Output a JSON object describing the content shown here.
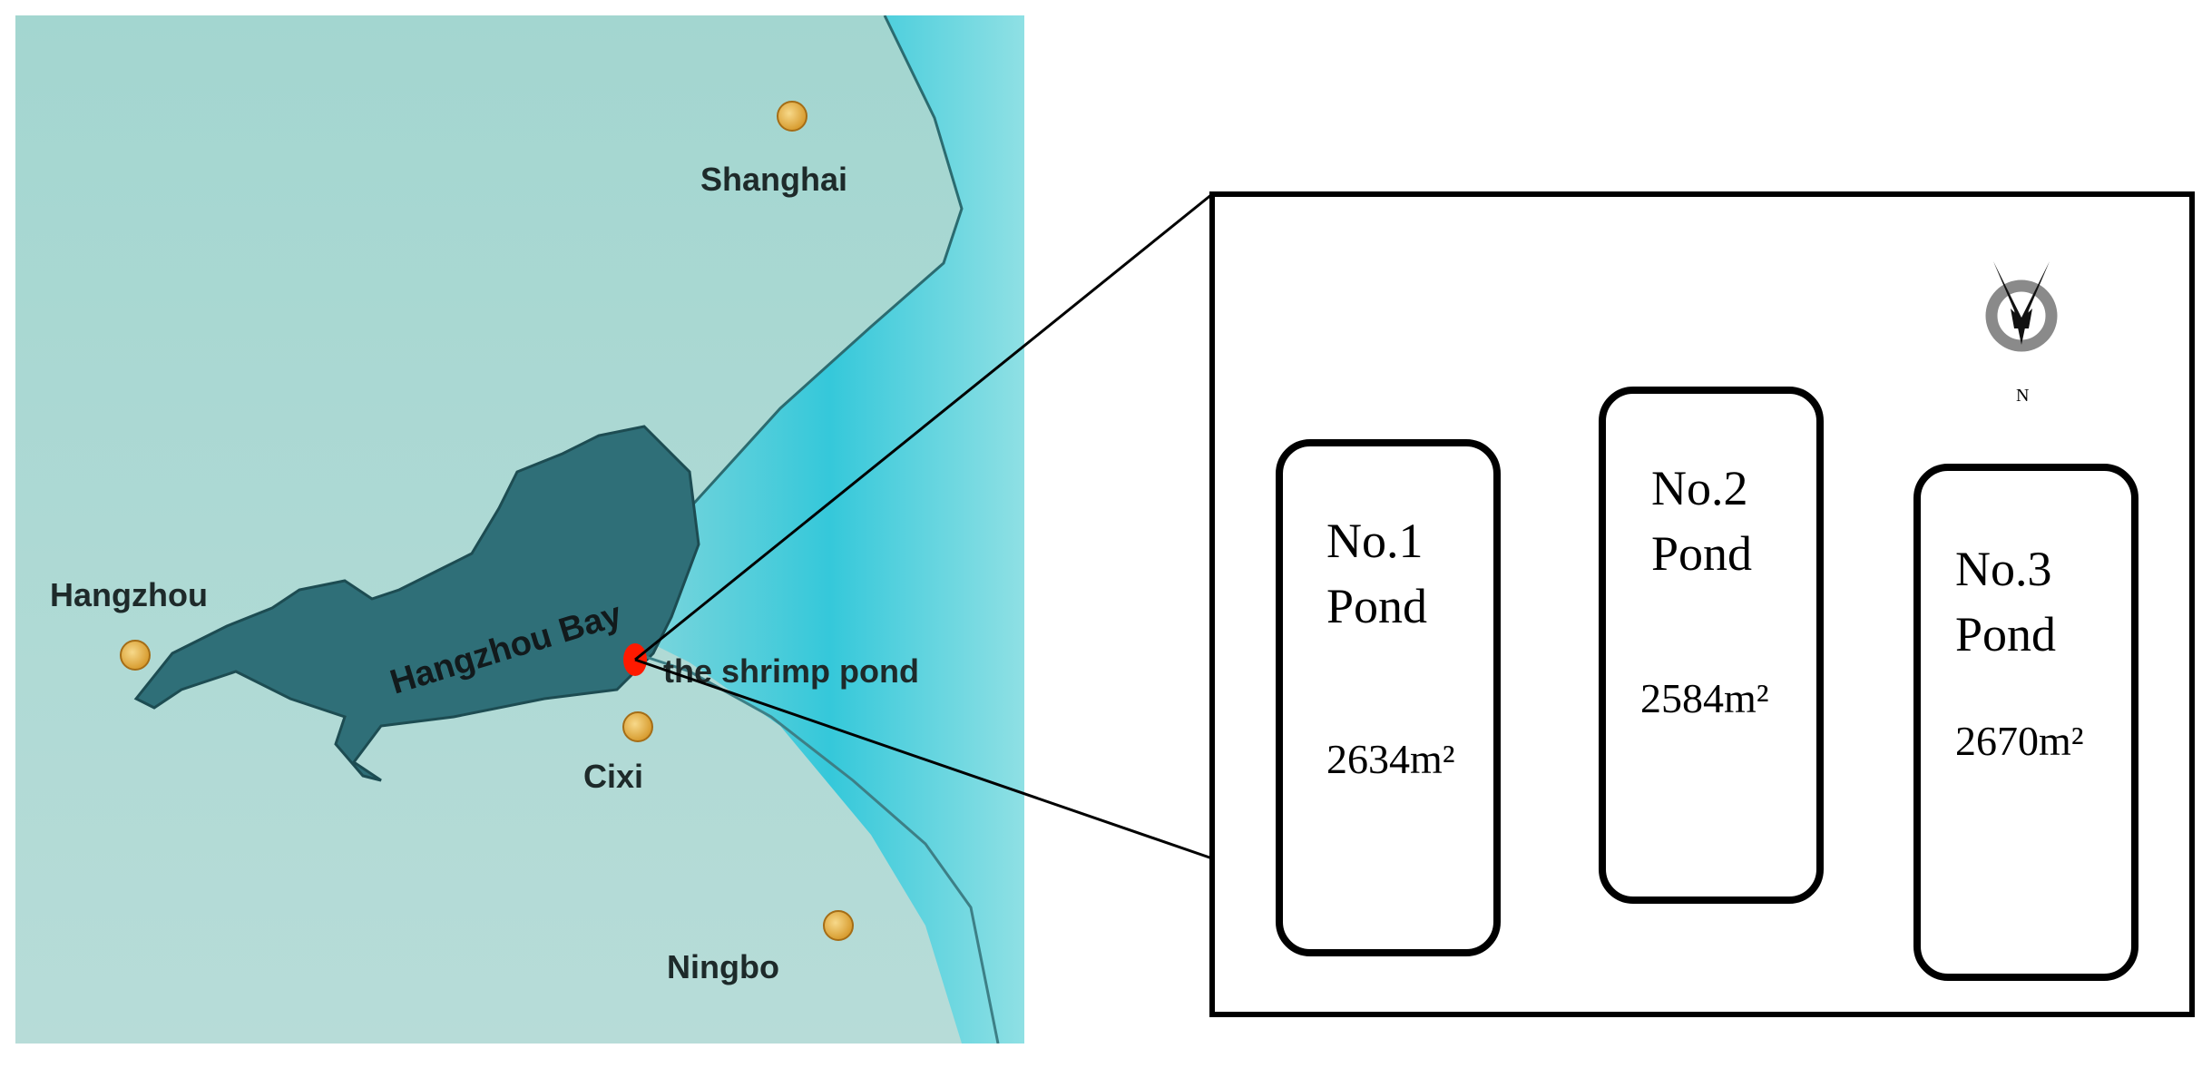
{
  "map": {
    "cities": [
      {
        "id": "shanghai",
        "name": "Shanghai"
      },
      {
        "id": "hangzhou",
        "name": "Hangzhou"
      },
      {
        "id": "cixi",
        "name": "Cixi"
      },
      {
        "id": "ningbo",
        "name": "Ningbo"
      }
    ],
    "bay_label": "Hangzhou Bay",
    "site_label": "the shrimp pond",
    "colors": {
      "land": "#9fd0cc",
      "sea": "#3fc9d8",
      "bay": "#2f6f78",
      "city_marker": "#e9b44c",
      "site_marker": "#ff1a00"
    }
  },
  "inset": {
    "ponds": [
      {
        "number": "No.1",
        "word": "Pond",
        "area": "2634m²"
      },
      {
        "number": "No.2",
        "word": "Pond",
        "area": "2584m²"
      },
      {
        "number": "No.3",
        "word": "Pond",
        "area": "2670m²"
      }
    ],
    "compass": {
      "letter": "N",
      "icon": "north-arrow-icon"
    }
  }
}
